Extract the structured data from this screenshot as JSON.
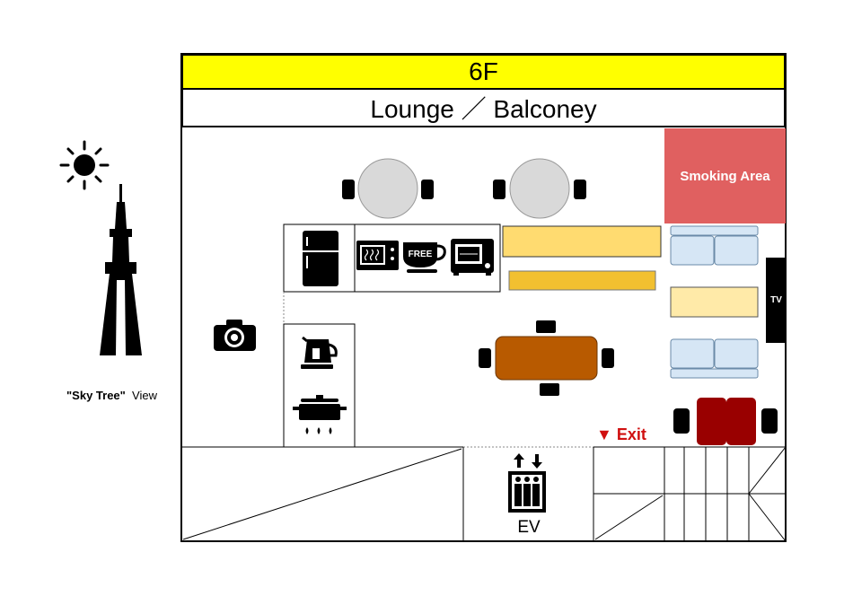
{
  "floor": "6F",
  "title": "Lounge ／ Balconey",
  "smoking_area": "Smoking Area",
  "tv": "TV",
  "exit": "▼ Exit",
  "elevator": "EV",
  "free_badge": "FREE",
  "sky_tree": {
    "name": "\"Sky Tree\"",
    "suffix": "View"
  },
  "icons": [
    "sun-icon",
    "sky-tree-icon",
    "camera-icon",
    "fridge-icon",
    "microwave-icon",
    "coffee-cup-icon",
    "toaster-oven-icon",
    "kettle-icon",
    "cooking-pot-icon",
    "elevator-icon"
  ],
  "colors": {
    "floor_banner": "#ffff00",
    "smoking": "#e06060",
    "exit": "#d01010",
    "table": "#b85a00",
    "sofa": "#d6e6f5",
    "red_chairs": "#990000",
    "bench": "#ffd966"
  }
}
